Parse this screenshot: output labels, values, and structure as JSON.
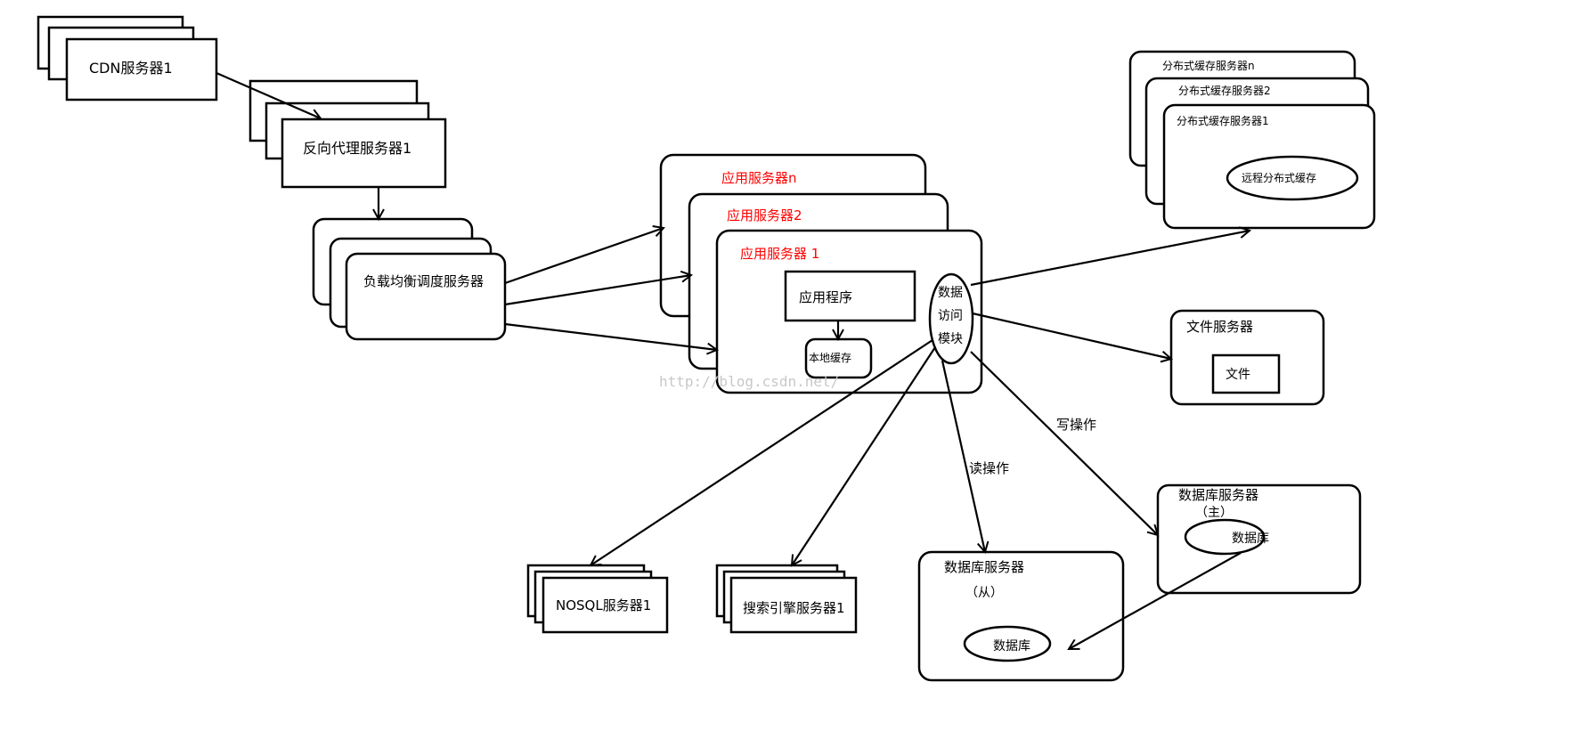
{
  "cdn": {
    "label": "CDN服务器1"
  },
  "reverse_proxy": {
    "label": "反向代理服务器1"
  },
  "load_balancer": {
    "label": "负载均衡调度服务器"
  },
  "app_servers": {
    "n": "应用服务器n",
    "two": "应用服务器2",
    "one": "应用服务器 1",
    "app_program": "应用程序",
    "local_cache": "本地缓存",
    "data_access": [
      "数据",
      "访问",
      "模块"
    ],
    "label_color": "#ff0000"
  },
  "cache_servers": {
    "n": "分布式缓存服务器n",
    "two": "分布式缓存服务器2",
    "one": "分布式缓存服务器1",
    "remote_cache": "远程分布式缓存"
  },
  "file_server": {
    "label": "文件服务器",
    "file": "文件"
  },
  "db_master": {
    "label": "数据库服务器",
    "sub": "（主）",
    "db": "数据库"
  },
  "db_slave": {
    "label": "数据库服务器",
    "sub": "（从）",
    "db": "数据库"
  },
  "nosql": {
    "label": "NOSQL服务器1"
  },
  "search": {
    "label": "搜索引擎服务器1"
  },
  "edges": {
    "read_op": "读操作",
    "write_op": "写操作"
  },
  "watermark": "http://blog.csdn.net/"
}
